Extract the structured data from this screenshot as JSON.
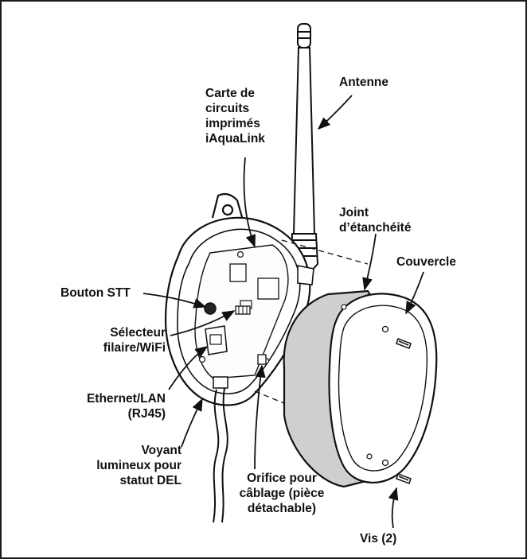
{
  "labels": {
    "antenna": "Antenne",
    "circuit_board": "Carte de\ncircuits\nimprimés\niAquaLink",
    "gasket": "Joint\nd’étanchéité",
    "cover": "Couvercle",
    "stt_button": "Bouton STT",
    "selector": "Sélecteur\nfilaire/WiFi",
    "ethernet": "Ethernet/LAN\n(RJ45)",
    "led": "Voyant\nlumineux pour\nstatut DEL",
    "cable_hole": "Orifice pour\ncâblage (pièce\ndétachable)",
    "screws": "Vis (2)"
  },
  "colors": {
    "line": "#111111",
    "gasket_fill": "#cfcfcf",
    "frame": "#1a1a1a"
  }
}
